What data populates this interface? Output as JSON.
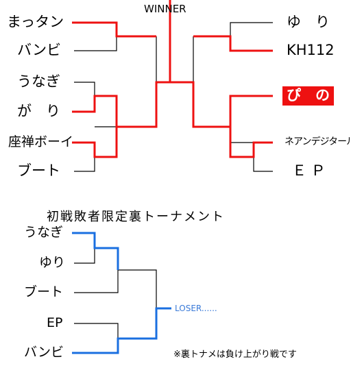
{
  "winner_bracket": {
    "winner_label": "WINNER",
    "left": [
      "まっタン",
      "バンビ",
      "うなぎ",
      "が　り",
      "座禅ボーイ",
      "ブート"
    ],
    "right": [
      "ゆ　り",
      "KH112",
      "ぴ　の",
      "ネアンデジタール",
      "Ｅ Ｐ"
    ],
    "highlighted": "ぴ　の"
  },
  "loser_bracket": {
    "title": "初戦敗者限定裏トーナメント",
    "entries": [
      "うなぎ",
      "ゆり",
      "ブート",
      "EP",
      "バンビ"
    ],
    "result_label": "LOSER......",
    "note": "※裏トナメは負け上がり戦です"
  },
  "colors": {
    "win_line": "#ee1111",
    "lose_line": "#1a6fe0",
    "plain_line": "#000000",
    "highlight_bg": "#ee1111",
    "highlight_text": "#ffffff",
    "loser_label": "#3a7ad8"
  }
}
